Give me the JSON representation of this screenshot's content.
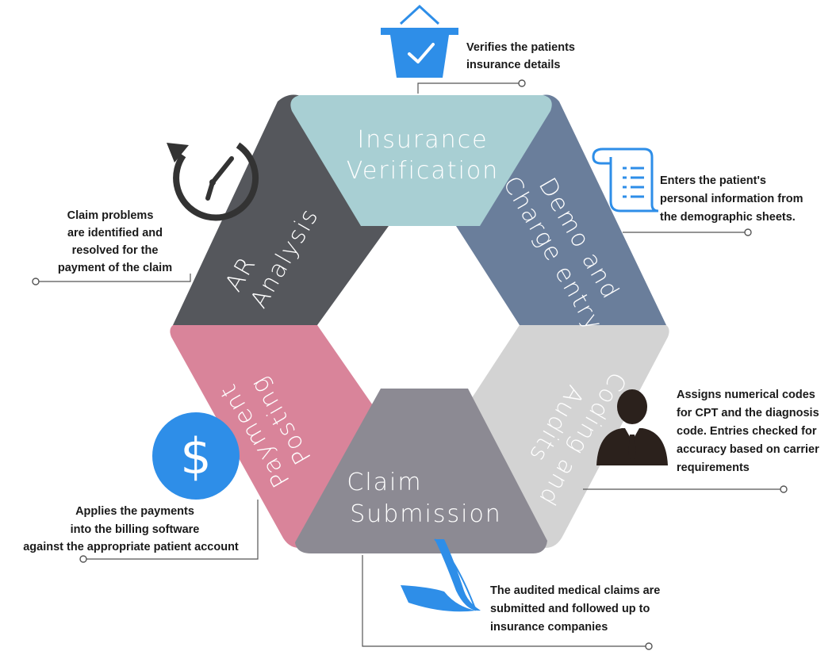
{
  "segments": {
    "insurance": {
      "line1": "Insurance",
      "line2": "Verification",
      "color": "#a8cfd3"
    },
    "demo": {
      "line1": "Demo  and",
      "line2": "Charge entry",
      "color": "#6a7e9b"
    },
    "coding": {
      "line1": "Coding and",
      "line2": "Audits",
      "color": "#d3d3d3"
    },
    "claim": {
      "line1": "Claim",
      "line2": "Submission",
      "color": "#8c8a93"
    },
    "payment": {
      "line1": "Payment",
      "line2": "Posting",
      "color": "#d9849a"
    },
    "ar": {
      "line1": "AR",
      "line2": "Analysis",
      "color": "#55575c"
    }
  },
  "notes": {
    "insurance": [
      "Verifies the patients",
      "insurance details"
    ],
    "demo": [
      "Enters the patient's",
      "personal information from",
      "the demographic sheets."
    ],
    "coding": [
      "Assigns numerical codes",
      "for CPT and the diagnosis",
      "code. Entries checked for",
      "accuracy based on carrier",
      "requirements"
    ],
    "claim": [
      "The audited medical claims are",
      "submitted and followed up to",
      "insurance companies"
    ],
    "payment": [
      "Applies the payments",
      "into the billing software",
      "against the appropriate patient account"
    ],
    "ar": [
      "Claim problems",
      "are identified and",
      "resolved for the",
      "payment of the claim"
    ]
  },
  "icons": {
    "basket": "basket-check-icon",
    "scroll": "document-scroll-icon",
    "person": "businessman-icon",
    "paper": "paper-claim-icon",
    "dollar": "dollar-coin-icon",
    "clock": "clock-arrow-icon"
  },
  "colors": {
    "accent_blue": "#2e8ee8",
    "clock_dark": "#333333",
    "person_dark": "#2b211c"
  }
}
